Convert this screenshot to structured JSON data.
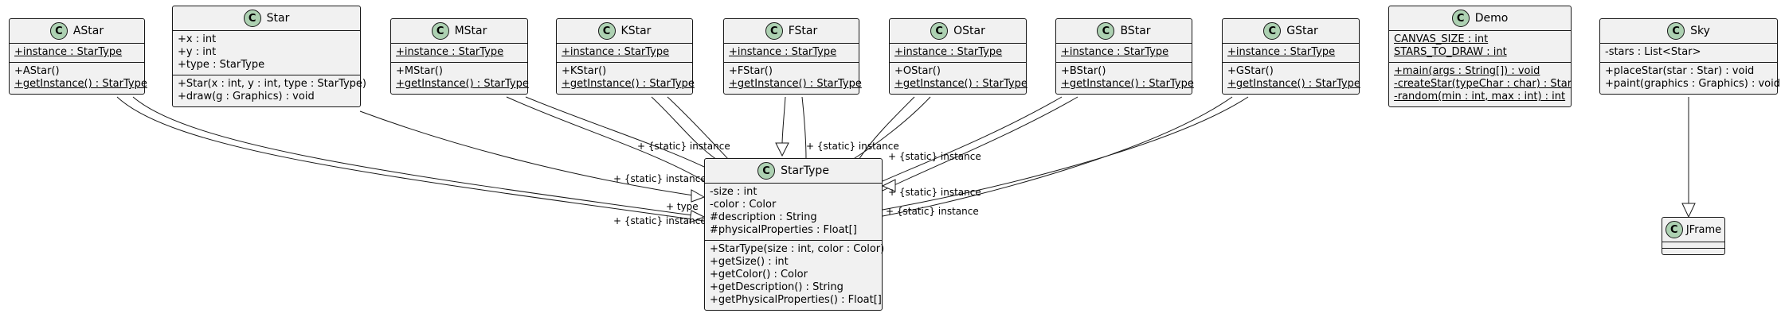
{
  "classes": {
    "astar": {
      "name": "AStar",
      "icon": "C",
      "fields": [
        {
          "text": "+instance : StarType",
          "static": true
        }
      ],
      "methods": [
        {
          "text": "+AStar()",
          "static": false
        },
        {
          "text": "+getInstance() : StarType",
          "static": true
        }
      ]
    },
    "star": {
      "name": "Star",
      "icon": "C",
      "fields": [
        {
          "text": "+x : int",
          "static": false
        },
        {
          "text": "+y : int",
          "static": false
        },
        {
          "text": "+type : StarType",
          "static": false
        }
      ],
      "methods": [
        {
          "text": "+Star(x : int, y : int, type : StarType)",
          "static": false
        },
        {
          "text": "+draw(g : Graphics) : void",
          "static": false
        }
      ]
    },
    "mstar": {
      "name": "MStar",
      "icon": "C",
      "fields": [
        {
          "text": "+instance : StarType",
          "static": true
        }
      ],
      "methods": [
        {
          "text": "+MStar()",
          "static": false
        },
        {
          "text": "+getInstance() : StarType",
          "static": true
        }
      ]
    },
    "kstar": {
      "name": "KStar",
      "icon": "C",
      "fields": [
        {
          "text": "+instance : StarType",
          "static": true
        }
      ],
      "methods": [
        {
          "text": "+KStar()",
          "static": false
        },
        {
          "text": "+getInstance() : StarType",
          "static": true
        }
      ]
    },
    "fstar": {
      "name": "FStar",
      "icon": "C",
      "fields": [
        {
          "text": "+instance : StarType",
          "static": true
        }
      ],
      "methods": [
        {
          "text": "+FStar()",
          "static": false
        },
        {
          "text": "+getInstance() : StarType",
          "static": true
        }
      ]
    },
    "ostar": {
      "name": "OStar",
      "icon": "C",
      "fields": [
        {
          "text": "+instance : StarType",
          "static": true
        }
      ],
      "methods": [
        {
          "text": "+OStar()",
          "static": false
        },
        {
          "text": "+getInstance() : StarType",
          "static": true
        }
      ]
    },
    "bstar": {
      "name": "BStar",
      "icon": "C",
      "fields": [
        {
          "text": "+instance : StarType",
          "static": true
        }
      ],
      "methods": [
        {
          "text": "+BStar()",
          "static": false
        },
        {
          "text": "+getInstance() : StarType",
          "static": true
        }
      ]
    },
    "gstar": {
      "name": "GStar",
      "icon": "C",
      "fields": [
        {
          "text": "+instance : StarType",
          "static": true
        }
      ],
      "methods": [
        {
          "text": "+GStar()",
          "static": false
        },
        {
          "text": "+getInstance() : StarType",
          "static": true
        }
      ]
    },
    "demo": {
      "name": "Demo",
      "icon": "C",
      "fields": [
        {
          "text": "CANVAS_SIZE : int",
          "static": true
        },
        {
          "text": "STARS_TO_DRAW : int",
          "static": true
        }
      ],
      "methods": [
        {
          "text": "+main(args : String[]) : void",
          "static": true
        },
        {
          "text": "-createStar(typeChar : char) : Star",
          "static": true
        },
        {
          "text": "-random(min : int, max : int) : int",
          "static": true
        }
      ]
    },
    "sky": {
      "name": "Sky",
      "icon": "C",
      "fields": [
        {
          "text": "-stars : List<Star>",
          "static": false
        }
      ],
      "methods": [
        {
          "text": "+placeStar(star : Star) : void",
          "static": false
        },
        {
          "text": "+paint(graphics : Graphics) : void",
          "static": false
        }
      ]
    },
    "startype": {
      "name": "StarType",
      "icon": "C",
      "fields": [
        {
          "text": "-size : int",
          "static": false
        },
        {
          "text": "-color : Color",
          "static": false
        },
        {
          "text": "#description : String",
          "static": false
        },
        {
          "text": "#physicalProperties : Float[]",
          "static": false
        }
      ],
      "methods": [
        {
          "text": "+StarType(size : int, color : Color)",
          "static": false
        },
        {
          "text": "+getSize() : int",
          "static": false
        },
        {
          "text": "+getColor() : Color",
          "static": false
        },
        {
          "text": "+getDescription() : String",
          "static": false
        },
        {
          "text": "+getPhysicalProperties() : Float[]",
          "static": false
        }
      ]
    },
    "jframe": {
      "name": "JFrame",
      "icon": "C",
      "fields": [],
      "methods": []
    }
  },
  "edge_labels": {
    "kstar": "+ {static} instance",
    "fstar": "+ {static} instance",
    "ostar": "+ {static} instance",
    "mstar": "+ {static} instance",
    "star": "+ type",
    "astar": "+ {static} instance",
    "bstar": "+ {static} instance",
    "gstar": "+ {static} instance"
  },
  "colors": {
    "class_fill": "#f1f1f1",
    "class_border": "#181818",
    "icon_fill": "#add1b2",
    "edge": "#181818"
  }
}
